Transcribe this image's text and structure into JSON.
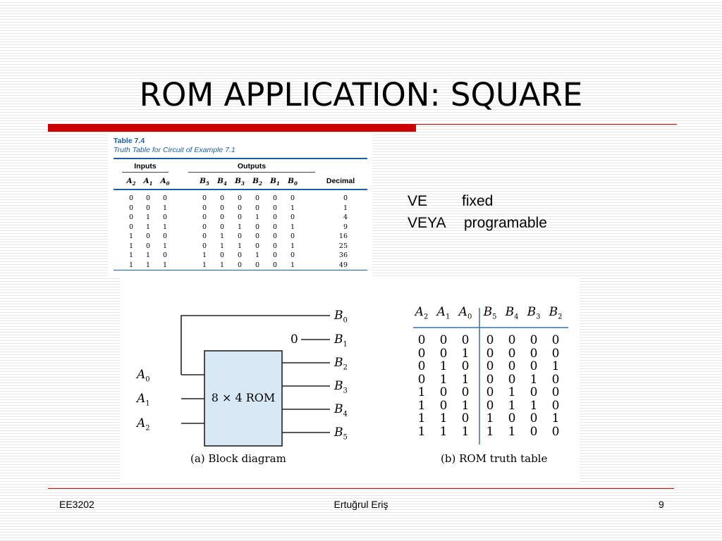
{
  "slide": {
    "title": "ROM APPLICATION: SQUARE",
    "footer": {
      "left": "EE3202",
      "center": "Ertuğrul Eriş",
      "right": "9"
    },
    "accent_color": "#cc0000"
  },
  "table74": {
    "number": "Table 7.4",
    "caption": "Truth Table for Circuit of Example 7.1",
    "group_inputs": "Inputs",
    "group_outputs": "Outputs",
    "headers": [
      "A2",
      "A1",
      "A0",
      "B5",
      "B4",
      "B3",
      "B2",
      "B1",
      "B0",
      "Decimal"
    ],
    "rows": [
      [
        "0",
        "0",
        "0",
        "0",
        "0",
        "0",
        "0",
        "0",
        "0",
        "0"
      ],
      [
        "0",
        "0",
        "1",
        "0",
        "0",
        "0",
        "0",
        "0",
        "1",
        "1"
      ],
      [
        "0",
        "1",
        "0",
        "0",
        "0",
        "0",
        "1",
        "0",
        "0",
        "4"
      ],
      [
        "0",
        "1",
        "1",
        "0",
        "0",
        "1",
        "0",
        "0",
        "1",
        "9"
      ],
      [
        "1",
        "0",
        "0",
        "0",
        "1",
        "0",
        "0",
        "0",
        "0",
        "16"
      ],
      [
        "1",
        "0",
        "1",
        "0",
        "1",
        "1",
        "0",
        "0",
        "1",
        "25"
      ],
      [
        "1",
        "1",
        "0",
        "1",
        "0",
        "0",
        "1",
        "0",
        "0",
        "36"
      ],
      [
        "1",
        "1",
        "1",
        "1",
        "1",
        "0",
        "0",
        "0",
        "1",
        "49"
      ]
    ]
  },
  "notes": [
    {
      "key": "VE",
      "value": "fixed"
    },
    {
      "key": "VEYA",
      "value": "programable"
    }
  ],
  "block_diagram": {
    "rom_label": "8 × 4 ROM",
    "caption": "(a) Block diagram",
    "constant_zero": "0",
    "inputs": [
      "A0",
      "A1",
      "A2"
    ],
    "outputs": [
      "B0",
      "B1",
      "B2",
      "B3",
      "B4",
      "B5"
    ]
  },
  "rom_truth_table": {
    "caption": "(b) ROM truth table",
    "headers": [
      "A2",
      "A1",
      "A0",
      "B5",
      "B4",
      "B3",
      "B2"
    ],
    "rows": [
      [
        "0",
        "0",
        "0",
        "0",
        "0",
        "0",
        "0"
      ],
      [
        "0",
        "0",
        "1",
        "0",
        "0",
        "0",
        "0"
      ],
      [
        "0",
        "1",
        "0",
        "0",
        "0",
        "0",
        "1"
      ],
      [
        "0",
        "1",
        "1",
        "0",
        "0",
        "1",
        "0"
      ],
      [
        "1",
        "0",
        "0",
        "0",
        "1",
        "0",
        "0"
      ],
      [
        "1",
        "0",
        "1",
        "0",
        "1",
        "1",
        "0"
      ],
      [
        "1",
        "1",
        "0",
        "1",
        "0",
        "0",
        "1"
      ],
      [
        "1",
        "1",
        "1",
        "1",
        "1",
        "0",
        "0"
      ]
    ]
  }
}
